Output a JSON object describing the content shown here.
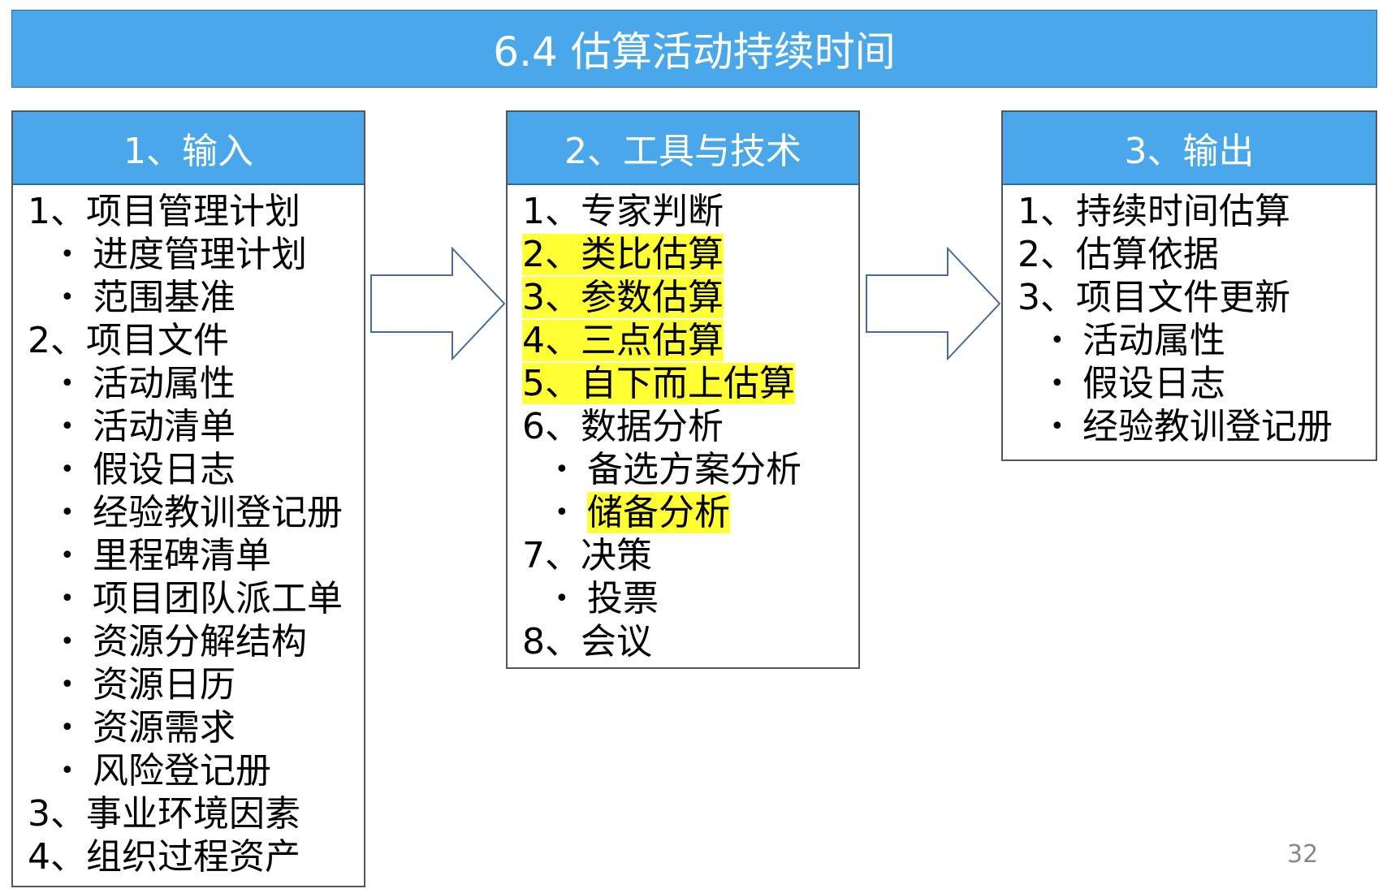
{
  "title": "6.4 估算活动持续时间",
  "columns": [
    {
      "heading": "1、输入",
      "items": [
        {
          "text": "1、项目管理计划",
          "level": 0,
          "highlight": false
        },
        {
          "text": "进度管理计划",
          "level": 1,
          "highlight": false
        },
        {
          "text": "范围基准",
          "level": 1,
          "highlight": false
        },
        {
          "text": "2、项目文件",
          "level": 0,
          "highlight": false
        },
        {
          "text": "活动属性",
          "level": 1,
          "highlight": false
        },
        {
          "text": "活动清单",
          "level": 1,
          "highlight": false
        },
        {
          "text": "假设日志",
          "level": 1,
          "highlight": false
        },
        {
          "text": "经验教训登记册",
          "level": 1,
          "highlight": false
        },
        {
          "text": "里程碑清单",
          "level": 1,
          "highlight": false
        },
        {
          "text": "项目团队派工单",
          "level": 1,
          "highlight": false
        },
        {
          "text": "资源分解结构",
          "level": 1,
          "highlight": false
        },
        {
          "text": "资源日历",
          "level": 1,
          "highlight": false
        },
        {
          "text": "资源需求",
          "level": 1,
          "highlight": false
        },
        {
          "text": "风险登记册",
          "level": 1,
          "highlight": false
        },
        {
          "text": "3、事业环境因素",
          "level": 0,
          "highlight": false
        },
        {
          "text": "4、组织过程资产",
          "level": 0,
          "highlight": false
        }
      ]
    },
    {
      "heading": "2、工具与技术",
      "items": [
        {
          "text": "1、专家判断",
          "level": 0,
          "highlight": false
        },
        {
          "text": "2、类比估算",
          "level": 0,
          "highlight": true
        },
        {
          "text": "3、参数估算",
          "level": 0,
          "highlight": true
        },
        {
          "text": "4、三点估算",
          "level": 0,
          "highlight": true
        },
        {
          "text": "5、自下而上估算",
          "level": 0,
          "highlight": true
        },
        {
          "text": "6、数据分析",
          "level": 0,
          "highlight": false
        },
        {
          "text": "备选方案分析",
          "level": 1,
          "highlight": false
        },
        {
          "text": "储备分析",
          "level": 1,
          "highlight": true
        },
        {
          "text": "7、决策",
          "level": 0,
          "highlight": false
        },
        {
          "text": "投票",
          "level": 1,
          "highlight": false
        },
        {
          "text": "8、会议",
          "level": 0,
          "highlight": false
        }
      ]
    },
    {
      "heading": "3、输出",
      "items": [
        {
          "text": "1、持续时间估算",
          "level": 0,
          "highlight": false
        },
        {
          "text": "2、估算依据",
          "level": 0,
          "highlight": false
        },
        {
          "text": "3、项目文件更新",
          "level": 0,
          "highlight": false
        },
        {
          "text": "活动属性",
          "level": 1,
          "highlight": false
        },
        {
          "text": "假设日志",
          "level": 1,
          "highlight": false
        },
        {
          "text": "经验教训登记册",
          "level": 1,
          "highlight": false
        }
      ]
    }
  ],
  "page_number": "32",
  "colors": {
    "header_fill": "#4aa8ea",
    "highlight": "#ffff33"
  }
}
